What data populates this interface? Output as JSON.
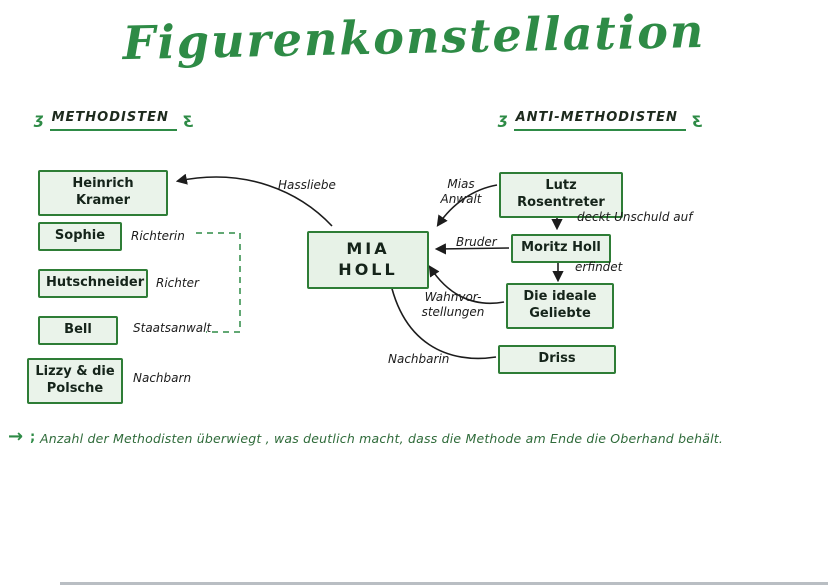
{
  "title": "Figurenkonstellation",
  "icons": {
    "squiggle": "ʒ",
    "arrow_right": "→",
    "note_mark": ";"
  },
  "colors": {
    "green": "#2e8b46",
    "box_border": "#2e7d36",
    "box_fill": "#eaf3ea",
    "ink": "#1c1c1c",
    "note_green": "#2f6b3a"
  },
  "groups": {
    "left": {
      "header": "METHODISTEN",
      "nodes": [
        {
          "label": "Heinrich Kramer",
          "role": ""
        },
        {
          "label": "Sophie",
          "role": "Richterin"
        },
        {
          "label": "Hutschneider",
          "role": "Richter"
        },
        {
          "label": "Bell",
          "role": "Staatsanwalt"
        },
        {
          "label": "Lizzy & die Polsche",
          "role": "Nachbarn"
        }
      ]
    },
    "right": {
      "header": "ANTI-METHODISTEN",
      "nodes": [
        {
          "label": "Lutz Rosentreter"
        },
        {
          "label": "Moritz Holl"
        },
        {
          "label": "Die ideale Geliebte"
        },
        {
          "label": "Driss"
        }
      ]
    },
    "center": {
      "label": "MIA HOLL"
    }
  },
  "relations": {
    "hassliebe": "Hassliebe",
    "mias_anwalt": "Mias Anwalt",
    "deckt_unschuld": "deckt Unschuld auf",
    "bruder": "Bruder",
    "erfindet": "erfindet",
    "wahnvorstellungen": "Wahnvor-stellungen",
    "nachbarin": "Nachbarin"
  },
  "note": "Anzahl der Methodisten überwiegt , was deutlich macht, dass die Methode am Ende die Oberhand behält."
}
